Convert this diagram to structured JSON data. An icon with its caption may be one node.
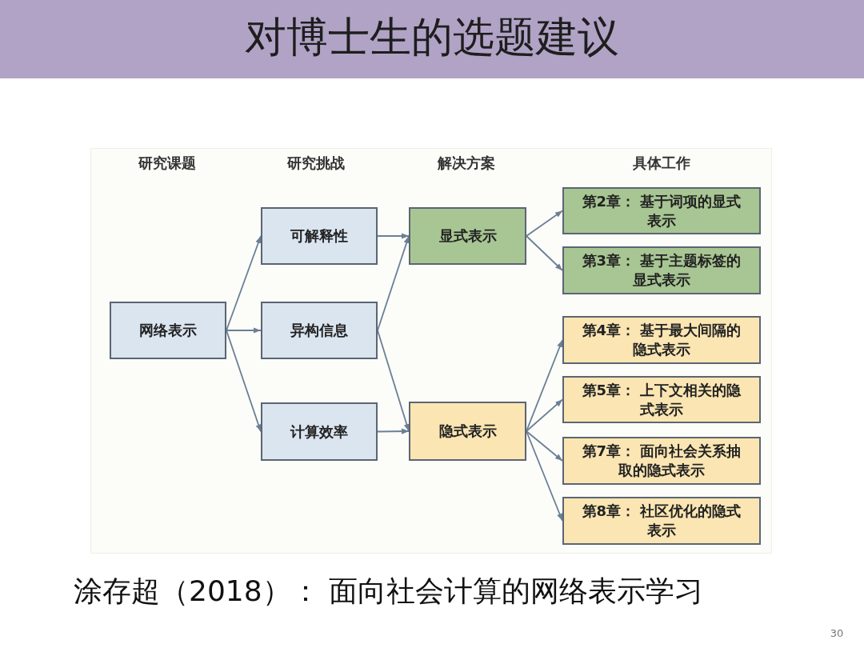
{
  "diagram": {
    "title": "对博士生的选题建议",
    "caption": "涂存超（2018）： 面向社会计算的网络表示学习",
    "nodes": [
      {
        "text": [
          "网络表示"
        ]
      },
      {
        "text": [
          "可解释性"
        ]
      },
      {
        "text": [
          "异构信息"
        ]
      },
      {
        "text": [
          "计算效率"
        ]
      },
      {
        "text": [
          "显式表示"
        ]
      },
      {
        "text": [
          "隐式表示"
        ]
      },
      {
        "text": [
          "第2章： 基于词项的显式表示"
        ]
      },
      {
        "text": [
          "第3章： 基于主题标签的显式表示"
        ]
      },
      {
        "text": [
          "第4章： 基于最大间隔的隐式表示"
        ]
      },
      {
        "text": [
          "第5章： 上下文相关的隐式表示"
        ]
      },
      {
        "text": [
          "第7章： 面向社会关系抽取的隐式表示"
        ]
      },
      {
        "text": [
          "第8章： 社区优化的隐式表示"
        ]
      }
    ],
    "edges": [
      {
        "from": 0,
        "to": 1,
        "arrow": "to"
      },
      {
        "from": 0,
        "to": 2,
        "arrow": "to"
      },
      {
        "from": 0,
        "to": 3,
        "arrow": "to"
      },
      {
        "from": 1,
        "to": 4,
        "arrow": "to"
      },
      {
        "from": 2,
        "to": 4,
        "arrow": "to"
      },
      {
        "from": 2,
        "to": 5,
        "arrow": "to"
      },
      {
        "from": 3,
        "to": 5,
        "arrow": "to"
      },
      {
        "from": 4,
        "to": 6,
        "arrow": "to"
      },
      {
        "from": 4,
        "to": 7,
        "arrow": "to"
      },
      {
        "from": 5,
        "to": 8,
        "arrow": "to"
      },
      {
        "from": 5,
        "to": 9,
        "arrow": "to"
      },
      {
        "from": 5,
        "to": 10,
        "arrow": "to"
      },
      {
        "from": 5,
        "to": 11,
        "arrow": "to"
      }
    ],
    "labels": [
      "研究课题",
      "研究挑战",
      "解决方案",
      "具体工作",
      "30"
    ]
  }
}
